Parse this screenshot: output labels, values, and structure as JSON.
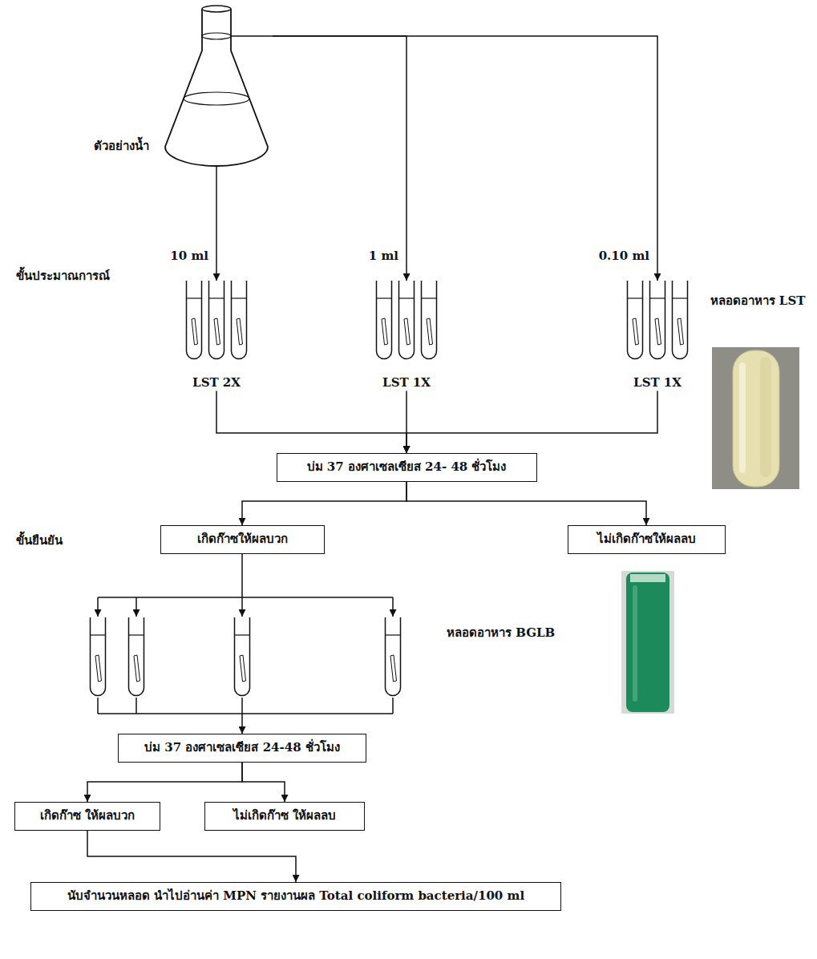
{
  "diagram": {
    "nodes": [
      {
        "text": [
          "ตัวอย่างน้ำ"
        ]
      },
      {
        "text": [
          "LST 2X"
        ]
      },
      {
        "text": [
          "LST 1X"
        ]
      },
      {
        "text": [
          "LST 1X"
        ]
      },
      {
        "text": [
          "บ่ม 37 องศาเซลเซียส 24- 48 ชั่วโมง"
        ]
      },
      {
        "text": [
          "เกิดก๊าซให้ผลบวก"
        ]
      },
      {
        "text": [
          "ไม่เกิดก๊าซให้ผลลบ"
        ]
      },
      {
        "text": [
          "บ่ม 37 องศาเซลเซียส 24-48 ชั่วโมง"
        ]
      },
      {
        "text": [
          "เกิดก๊าซ ให้ผลบวก"
        ]
      },
      {
        "text": [
          "ไม่เกิดก๊าซ ให้ผลลบ"
        ]
      },
      {
        "text": [
          "นับจำนวนหลอด นำไปอ่านค่า MPN รายงานผล Total coliform bacteria/100 ml"
        ]
      }
    ],
    "edges": [
      {
        "from": 0,
        "to": 1,
        "label": "10 ml",
        "arrow": "to"
      },
      {
        "from": 0,
        "to": 2,
        "label": "1 ml",
        "arrow": "to"
      },
      {
        "from": 0,
        "to": 3,
        "label": "0.10 ml",
        "arrow": "to"
      },
      {
        "from": 1,
        "to": 4,
        "arrow": "to"
      },
      {
        "from": 2,
        "to": 4,
        "arrow": "to"
      },
      {
        "from": 3,
        "to": 4,
        "arrow": "to"
      },
      {
        "from": 4,
        "to": 5,
        "arrow": "to"
      },
      {
        "from": 4,
        "to": 6,
        "arrow": "to"
      },
      {
        "from": 5,
        "to": 7,
        "arrow": "to"
      },
      {
        "from": 7,
        "to": 8,
        "arrow": "to"
      },
      {
        "from": 7,
        "to": 9,
        "arrow": "to"
      },
      {
        "from": 8,
        "to": 10,
        "arrow": "to"
      }
    ],
    "labels": [
      "ขั้นประมาณการณ์",
      "หลอดอาหาร LST",
      "ขั้นยืนยัน",
      "หลอดอาหาร BGLB"
    ]
  }
}
